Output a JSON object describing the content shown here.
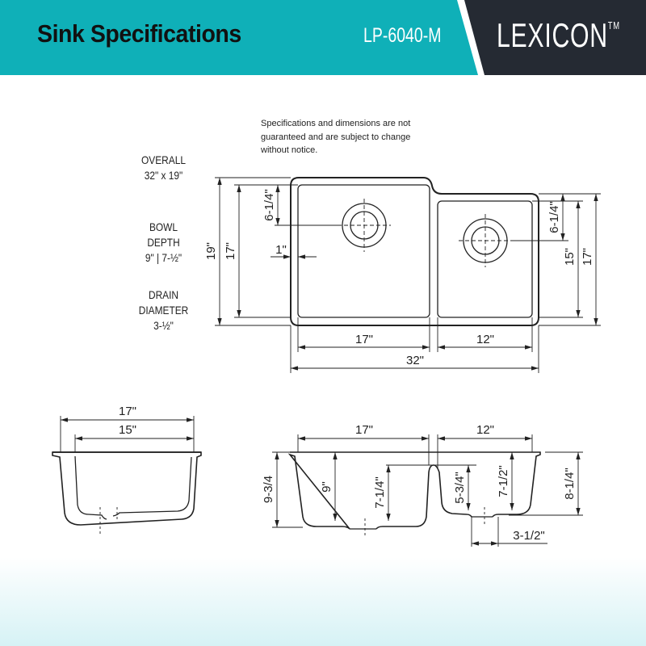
{
  "header": {
    "title": "Sink Specifications",
    "model": "LP-6040-M",
    "brand": "LEXICON",
    "trademark": "TM"
  },
  "specs": {
    "overall_label": "OVERALL",
    "overall_value": "32\" x 19\"",
    "bowl_label_1": "BOWL",
    "bowl_label_2": "DEPTH",
    "bowl_value": "9\" | 7-½\"",
    "drain_label_1": "DRAIN",
    "drain_label_2": "DIAMETER",
    "drain_value": "3-½\""
  },
  "note": {
    "lines": [
      "Specifications and dimensions are not",
      "guaranteed and are subject to change",
      "without notice."
    ]
  },
  "top_view": {
    "overall_depth": "19\"",
    "left_bowl_depth": "17\"",
    "left_drain_offset": "6-1/4\"",
    "wall": "1\"",
    "right_drain_offset": "6-1/4\"",
    "right_bowl_depth": "15\"",
    "right_outer_depth": "17\"",
    "left_bowl_width": "17\"",
    "right_bowl_width": "12\"",
    "overall_width": "32\""
  },
  "side_view": {
    "outer_width": "17\"",
    "inner_width": "15\""
  },
  "front_view": {
    "left_width": "17\"",
    "right_width": "12\"",
    "overall_height": "9-3/4",
    "left_depth": "9\"",
    "divider_left": "7-1/4\"",
    "divider_right": "5-3/4\"",
    "right_depth": "7-1/2\"",
    "right_outer_height": "8-1/4\"",
    "drain": "3-1/2\""
  },
  "colors": {
    "teal": "#0fb0b8",
    "dark": "#252a33"
  }
}
